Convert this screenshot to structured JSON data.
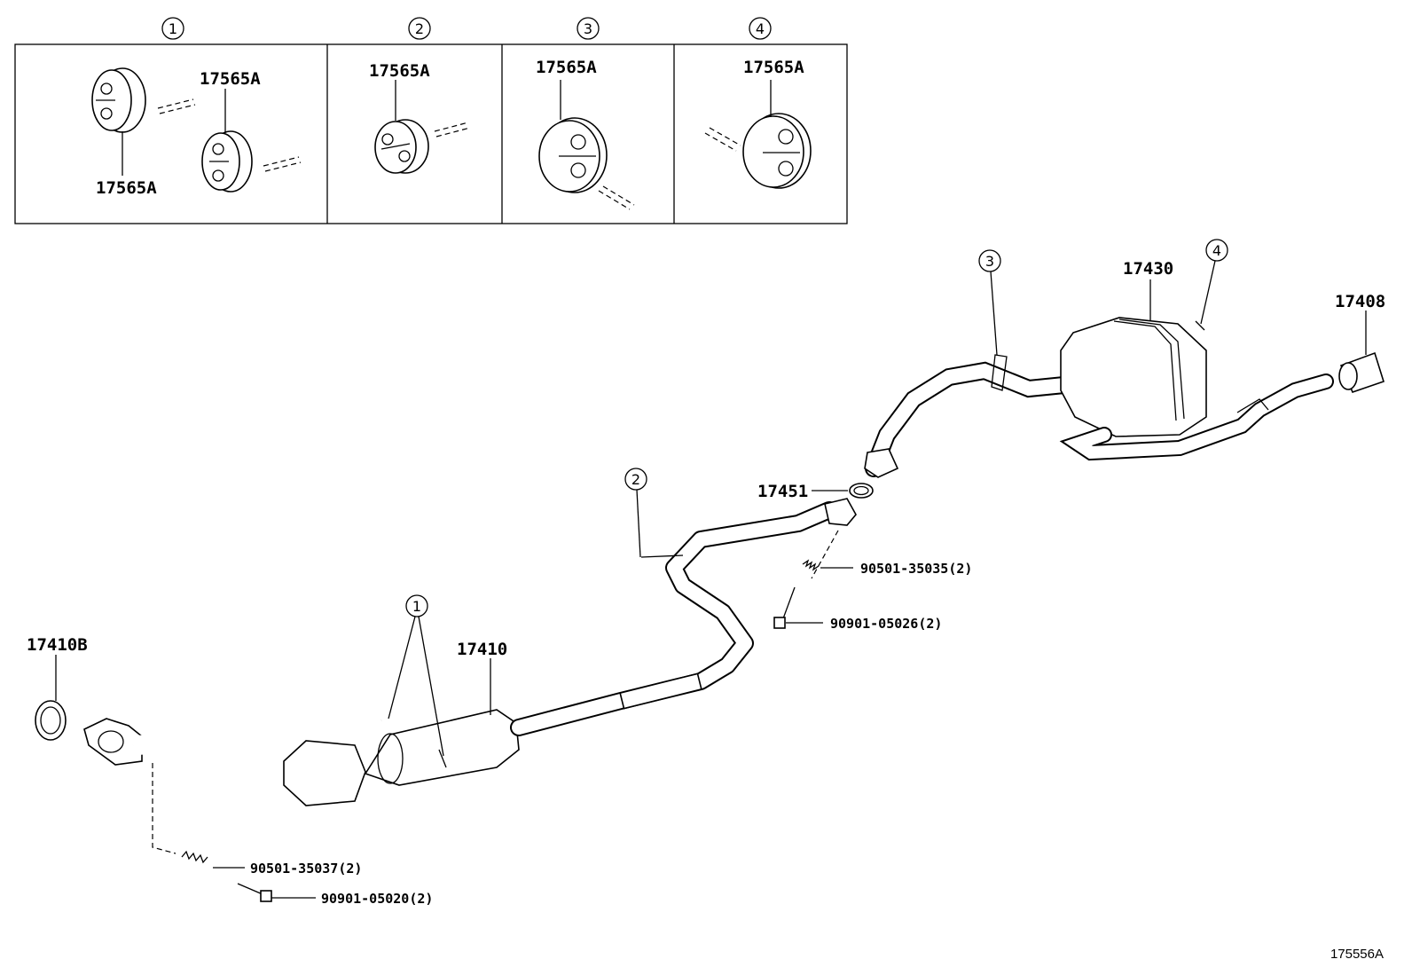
{
  "insets": [
    {
      "number": "1",
      "labels": [
        "17565A",
        "17565A"
      ]
    },
    {
      "number": "2",
      "labels": [
        "17565A"
      ]
    },
    {
      "number": "3",
      "labels": [
        "17565A"
      ]
    },
    {
      "number": "4",
      "labels": [
        "17565A"
      ]
    }
  ],
  "callouts": {
    "c1": "1",
    "c2": "2",
    "c3": "3",
    "c4": "4"
  },
  "parts": {
    "p17410B": "17410B",
    "p17410": "17410",
    "p17451": "17451",
    "p17430": "17430",
    "p17408": "17408",
    "p90501_35035": "90501-35035(2)",
    "p90901_05026": "90901-05026(2)",
    "p90501_35037": "90501-35037(2)",
    "p90901_05020": "90901-05020(2)"
  },
  "reference_code": "175556A"
}
